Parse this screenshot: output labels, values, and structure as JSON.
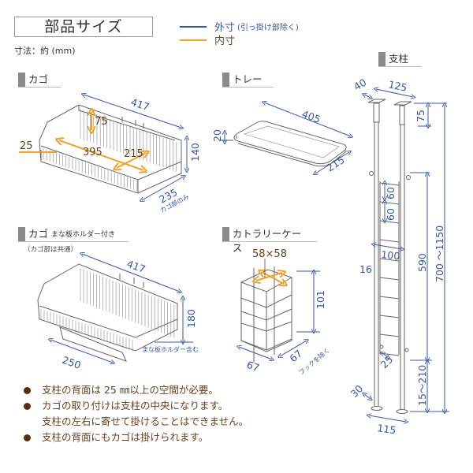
{
  "header": {
    "title": "部品サイズ",
    "units": "寸法：約 (mm)"
  },
  "legend": {
    "outer_label": "外寸",
    "outer_note": "(引っ掛け部除く)",
    "outer_color": "#3457a8",
    "inner_label": "内寸",
    "inner_color": "#f0a22a"
  },
  "sections": {
    "basket": {
      "label": "カゴ",
      "dims_outer": {
        "width": "417",
        "height": "140",
        "depth": "235",
        "depth_note": "カゴ部のみ"
      },
      "dims_inner": {
        "width": "395",
        "depth": "215",
        "height": "75",
        "side": "25"
      }
    },
    "tray": {
      "label": "トレー",
      "dims_outer": {
        "width": "405",
        "depth": "215",
        "height": "20"
      }
    },
    "basket_holder": {
      "label": "カゴ",
      "sublabel": "まな板ホルダー付き",
      "note": "（カゴ部は共通）",
      "dims_outer": {
        "width": "417",
        "height": "180",
        "holder": "250",
        "height_note": "まな板ホルダー含む"
      }
    },
    "cutlery": {
      "label": "カトラリーケース",
      "dims_inner": {
        "opening": "58×58"
      },
      "dims_outer": {
        "height": "101",
        "width": "67",
        "depth": "67",
        "depth_note": "フックを除く"
      }
    },
    "pole": {
      "label": "支柱",
      "dims": {
        "top_plate": "40",
        "spacing_top": "125",
        "top_extension": "75",
        "rung_pitch_1": "60",
        "rung_pitch_2": "60",
        "inner_width": "100",
        "pole_dia": "16",
        "ladder_height": "590",
        "total_height": "700 ～1150",
        "hook": "25",
        "foot": "30",
        "spacing_bottom": "115",
        "bottom_adjust": "15～210"
      }
    }
  },
  "notes": [
    {
      "lines": [
        "支柱の背面は 25 ㎜以上の空間が必要。"
      ]
    },
    {
      "lines": [
        "カゴの取り付けは支柱の中央になります。",
        "支柱の左右に寄せて掛けることはできません。"
      ]
    },
    {
      "lines": [
        "支柱の背面にもカゴは掛けられます。"
      ]
    }
  ]
}
